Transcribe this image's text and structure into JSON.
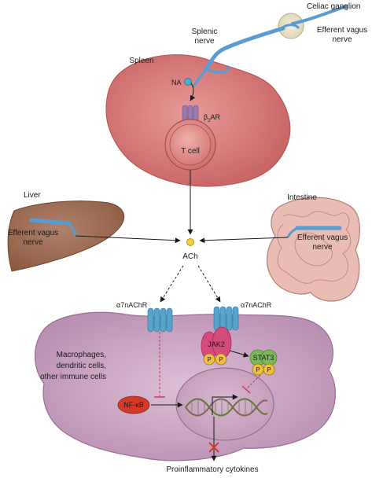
{
  "labels": {
    "celiac_ganglion": "Celiac ganglion",
    "efferent_vagus_top": [
      "Efferent vagus",
      "nerve"
    ],
    "splenic_nerve": [
      "Splenic",
      "nerve"
    ],
    "spleen": "Spleen",
    "na": "NA",
    "b2ar": {
      "beta": "β",
      "sub": "2",
      "ar": "AR"
    },
    "t_cell": "T cell",
    "liver": "Liver",
    "efferent_vagus_liver": [
      "Efferent vagus",
      "nerve"
    ],
    "intestine": "Intestine",
    "efferent_vagus_intestine": [
      "Efferent vagus",
      "nerve"
    ],
    "ach": "ACh",
    "a7nachr_left": "α7nAChR",
    "a7nachr_right": "α7nAChR",
    "immune_cells": [
      "Macrophages,",
      "dendritic cells,",
      "other immune cells"
    ],
    "jak2": "JAK2",
    "stat3": "STAT3",
    "p": "P",
    "nfkb": "NF-κB",
    "cytokines": "Proinflammatory cytokines"
  },
  "colors": {
    "spleen": "#d97b7b",
    "spleen_edge": "#b65858",
    "nerve": "#5a9ccf",
    "liver": "#9a6a50",
    "intestine": "#e0b0a8",
    "cell": "#c9a0c0",
    "cell_edge": "#9a6f93",
    "receptor": "#5aa3c9",
    "jak2": "#d44a7a",
    "stat3": "#7ab85a",
    "phospho": "#f0c040",
    "nfkb": "#d43a2a",
    "ach": "#f5d040",
    "inhibit": "#cc3355"
  }
}
